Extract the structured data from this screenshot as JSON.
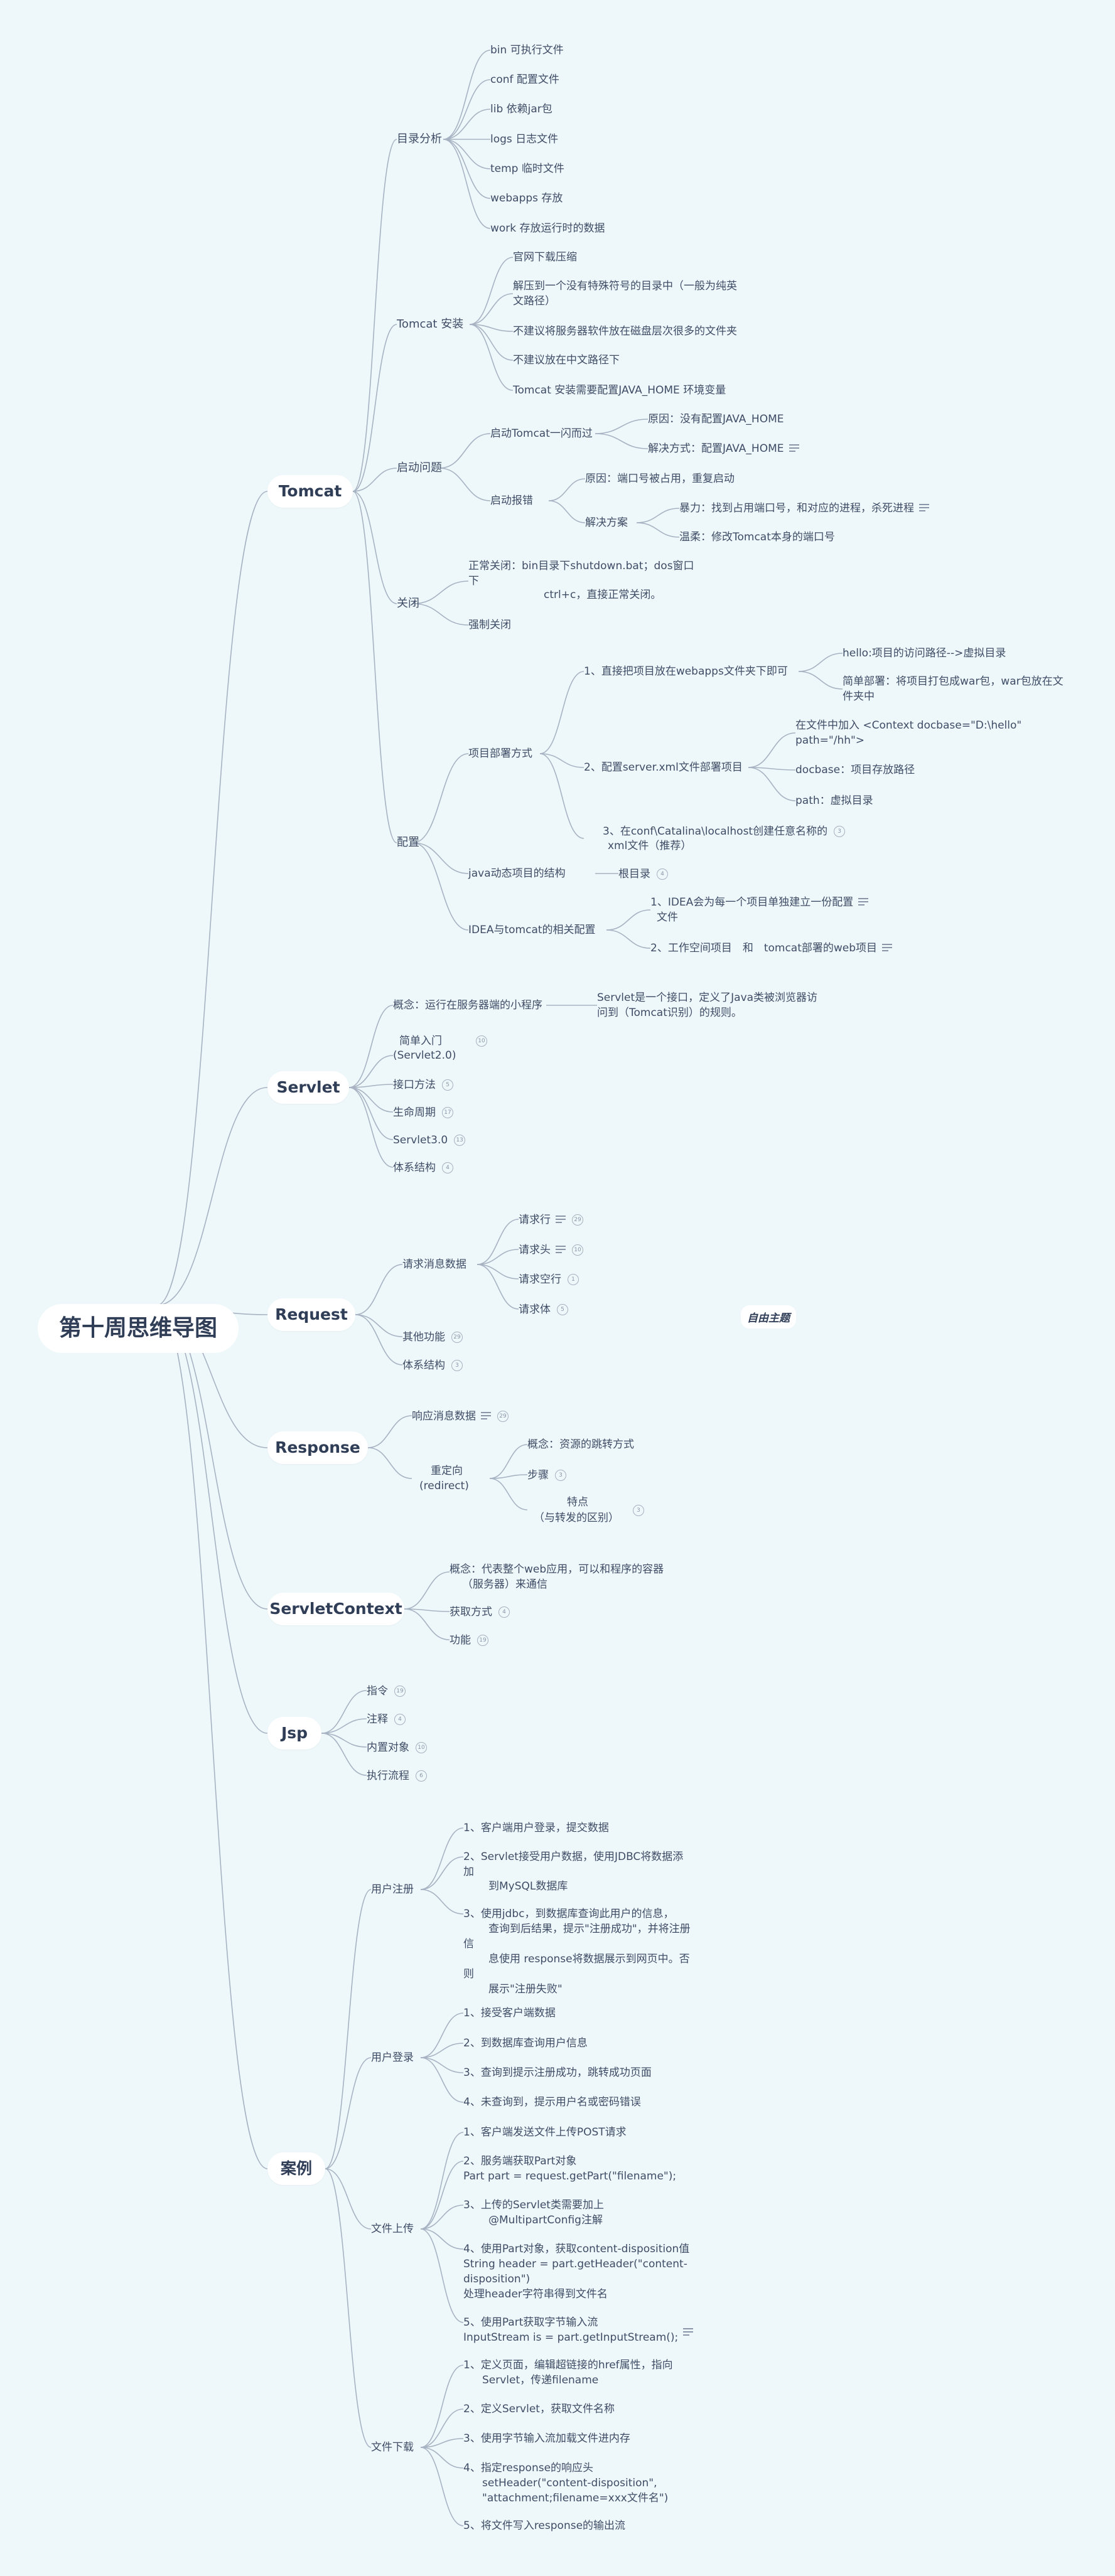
{
  "root": "第十周思维导图",
  "floating_topic": "自由主题",
  "mains": {
    "tomcat": "Tomcat",
    "servlet": "Servlet",
    "request": "Request",
    "response": "Response",
    "servletcontext": "ServletContext",
    "jsp": "Jsp",
    "cases": "案例"
  },
  "tomcat": {
    "dir": "目录分析",
    "dir_items": [
      "bin 可执行文件",
      "conf 配置文件",
      "lib 依赖jar包",
      "logs 日志文件",
      "temp 临时文件",
      "webapps 存放",
      "work 存放运行时的数据"
    ],
    "install": "Tomcat 安装",
    "install_items": [
      "官网下载压缩",
      "解压到一个没有特殊符号的目录中（一般为纯英",
      "文路径）",
      "不建议将服务器软件放在磁盘层次很多的文件夹",
      "不建议放在中文路径下",
      "Tomcat 安装需要配置JAVA_HOME 环境变量"
    ],
    "startup": "启动问题",
    "flash": "启动Tomcat一闪而过",
    "flash_reason": "原因：没有配置JAVA_HOME",
    "flash_fix": "解决方式：配置JAVA_HOME",
    "error": "启动报错",
    "error_reason": "原因：端口号被占用，重复启动",
    "solution": "解决方案",
    "violent": "暴力：找到占用端口号，和对应的进程，杀死进程",
    "gentle": "温柔：修改Tomcat本身的端口号",
    "close": "关闭",
    "normal_close_1": "正常关闭：bin目录下shutdown.bat；dos窗口",
    "normal_close_2": "下",
    "normal_close_3": "ctrl+c，直接正常关闭。",
    "force_close": "强制关闭",
    "config": "配置",
    "deploy": "项目部署方式",
    "deploy1": "1、直接把项目放在webapps文件夹下即可",
    "deploy1a": "hello:项目的访问路径-->虚拟目录",
    "deploy1b_1": "简单部署：将项目打包成war包，war包放在文",
    "deploy1b_2": "件夹中",
    "deploy2": "2、配置server.xml文件部署项目",
    "deploy2a_1": "在文件中加入 <Context docbase=\"D:\\hello\"",
    "deploy2a_2": "path=\"/hh\">",
    "deploy2b": "docbase：项目存放路径",
    "deploy2c": "path：虚拟目录",
    "deploy3_1": "3、在conf\\Catalina\\localhost创建任意名称的",
    "deploy3_2": "xml文件（推荐）",
    "deploy3_badge": "3",
    "java_struct": "java动态项目的结构",
    "root_dir": "根目录",
    "root_dir_badge": "4",
    "idea": "IDEA与tomcat的相关配置",
    "idea1_1": "1、IDEA会为每一个项目单独建立一份配置",
    "idea1_2": "文件",
    "idea2": "2、工作空间项目　和　tomcat部署的web项目"
  },
  "servlet": {
    "concept": "概念：运行在服务器端的小程序",
    "concept_detail_1": "Servlet是一个接口，定义了Java类被浏览器访",
    "concept_detail_2": "问到（Tomcat识别）的规则。",
    "intro_1": "简单入门",
    "intro_2": "(Servlet2.0)",
    "intro_badge": "10",
    "methods": "接口方法",
    "methods_badge": "5",
    "lifecycle": "生命周期",
    "lifecycle_badge": "17",
    "s30": "Servlet3.0",
    "s30_badge": "13",
    "arch": "体系结构",
    "arch_badge": "4"
  },
  "request": {
    "msg": "请求消息数据",
    "line": "请求行",
    "line_badge": "29",
    "header": "请求头",
    "header_badge": "10",
    "blank": "请求空行",
    "blank_badge": "1",
    "body": "请求体",
    "body_badge": "5",
    "other": "其他功能",
    "other_badge": "29",
    "arch": "体系结构",
    "arch_badge": "3"
  },
  "response": {
    "msg": "响应消息数据",
    "msg_badge": "29",
    "redirect_1": "重定向",
    "redirect_2": "(redirect)",
    "concept": "概念：资源的跳转方式",
    "steps": "步骤",
    "steps_badge": "3",
    "feature_1": "特点",
    "feature_2": "（与转发的区别）",
    "feature_badge": "3"
  },
  "servletcontext": {
    "concept_1": "概念：代表整个web应用，可以和程序的容器",
    "concept_2": "（服务器）来通信",
    "get": "获取方式",
    "get_badge": "4",
    "func": "功能",
    "func_badge": "19"
  },
  "jsp": {
    "directive": "指令",
    "directive_badge": "19",
    "comment": "注释",
    "comment_badge": "4",
    "builtin": "内置对象",
    "builtin_badge": "10",
    "flow": "执行流程",
    "flow_badge": "6"
  },
  "cases": {
    "register": "用户注册",
    "reg_items": [
      "1、客户端用户登录，提交数据",
      "2、Servlet接受用户数据，使用JDBC将数据添",
      "加",
      "到MySQL数据库",
      "3、使用jdbc，到数据库查询此用户的信息，",
      "查询到后结果，提示\"注册成功\"，并将注册",
      "信",
      "息使用 response将数据展示到网页中。否",
      "则",
      "展示\"注册失败\""
    ],
    "login": "用户登录",
    "login_items": [
      "1、接受客户端数据",
      "2、到数据库查询用户信息",
      "3、查询到提示注册成功，跳转成功页面",
      "4、未查询到，提示用户名或密码错误"
    ],
    "upload": "文件上传",
    "upload_items": [
      "1、客户端发送文件上传POST请求",
      "2、服务端获取Part对象",
      "Part part = request.getPart(\"filename\");",
      "3、上传的Servlet类需要加上",
      "@MultipartConfig注解",
      "4、使用Part对象，获取content-disposition值",
      "String header = part.getHeader(\"content-",
      "disposition\")",
      "处理header字符串得到文件名",
      "5、使用Part获取字节输入流",
      "InputStream is = part.getInputStream();"
    ],
    "download": "文件下载",
    "download_items": [
      "1、定义页面，编辑超链接的href属性，指向",
      "Servlet，传递filename",
      "2、定义Servlet，获取文件名称",
      "3、使用字节输入流加载文件进内存",
      "4、指定response的响应头",
      "setHeader(\"content-disposition\",",
      "\"attachment;filename=xxx文件名\")",
      "5、将文件写入response的输出流"
    ]
  },
  "colors": {
    "background": "#eef8fa",
    "line": "#a7b3c3",
    "text": "#3f4c66",
    "bubble": "#ffffff"
  }
}
